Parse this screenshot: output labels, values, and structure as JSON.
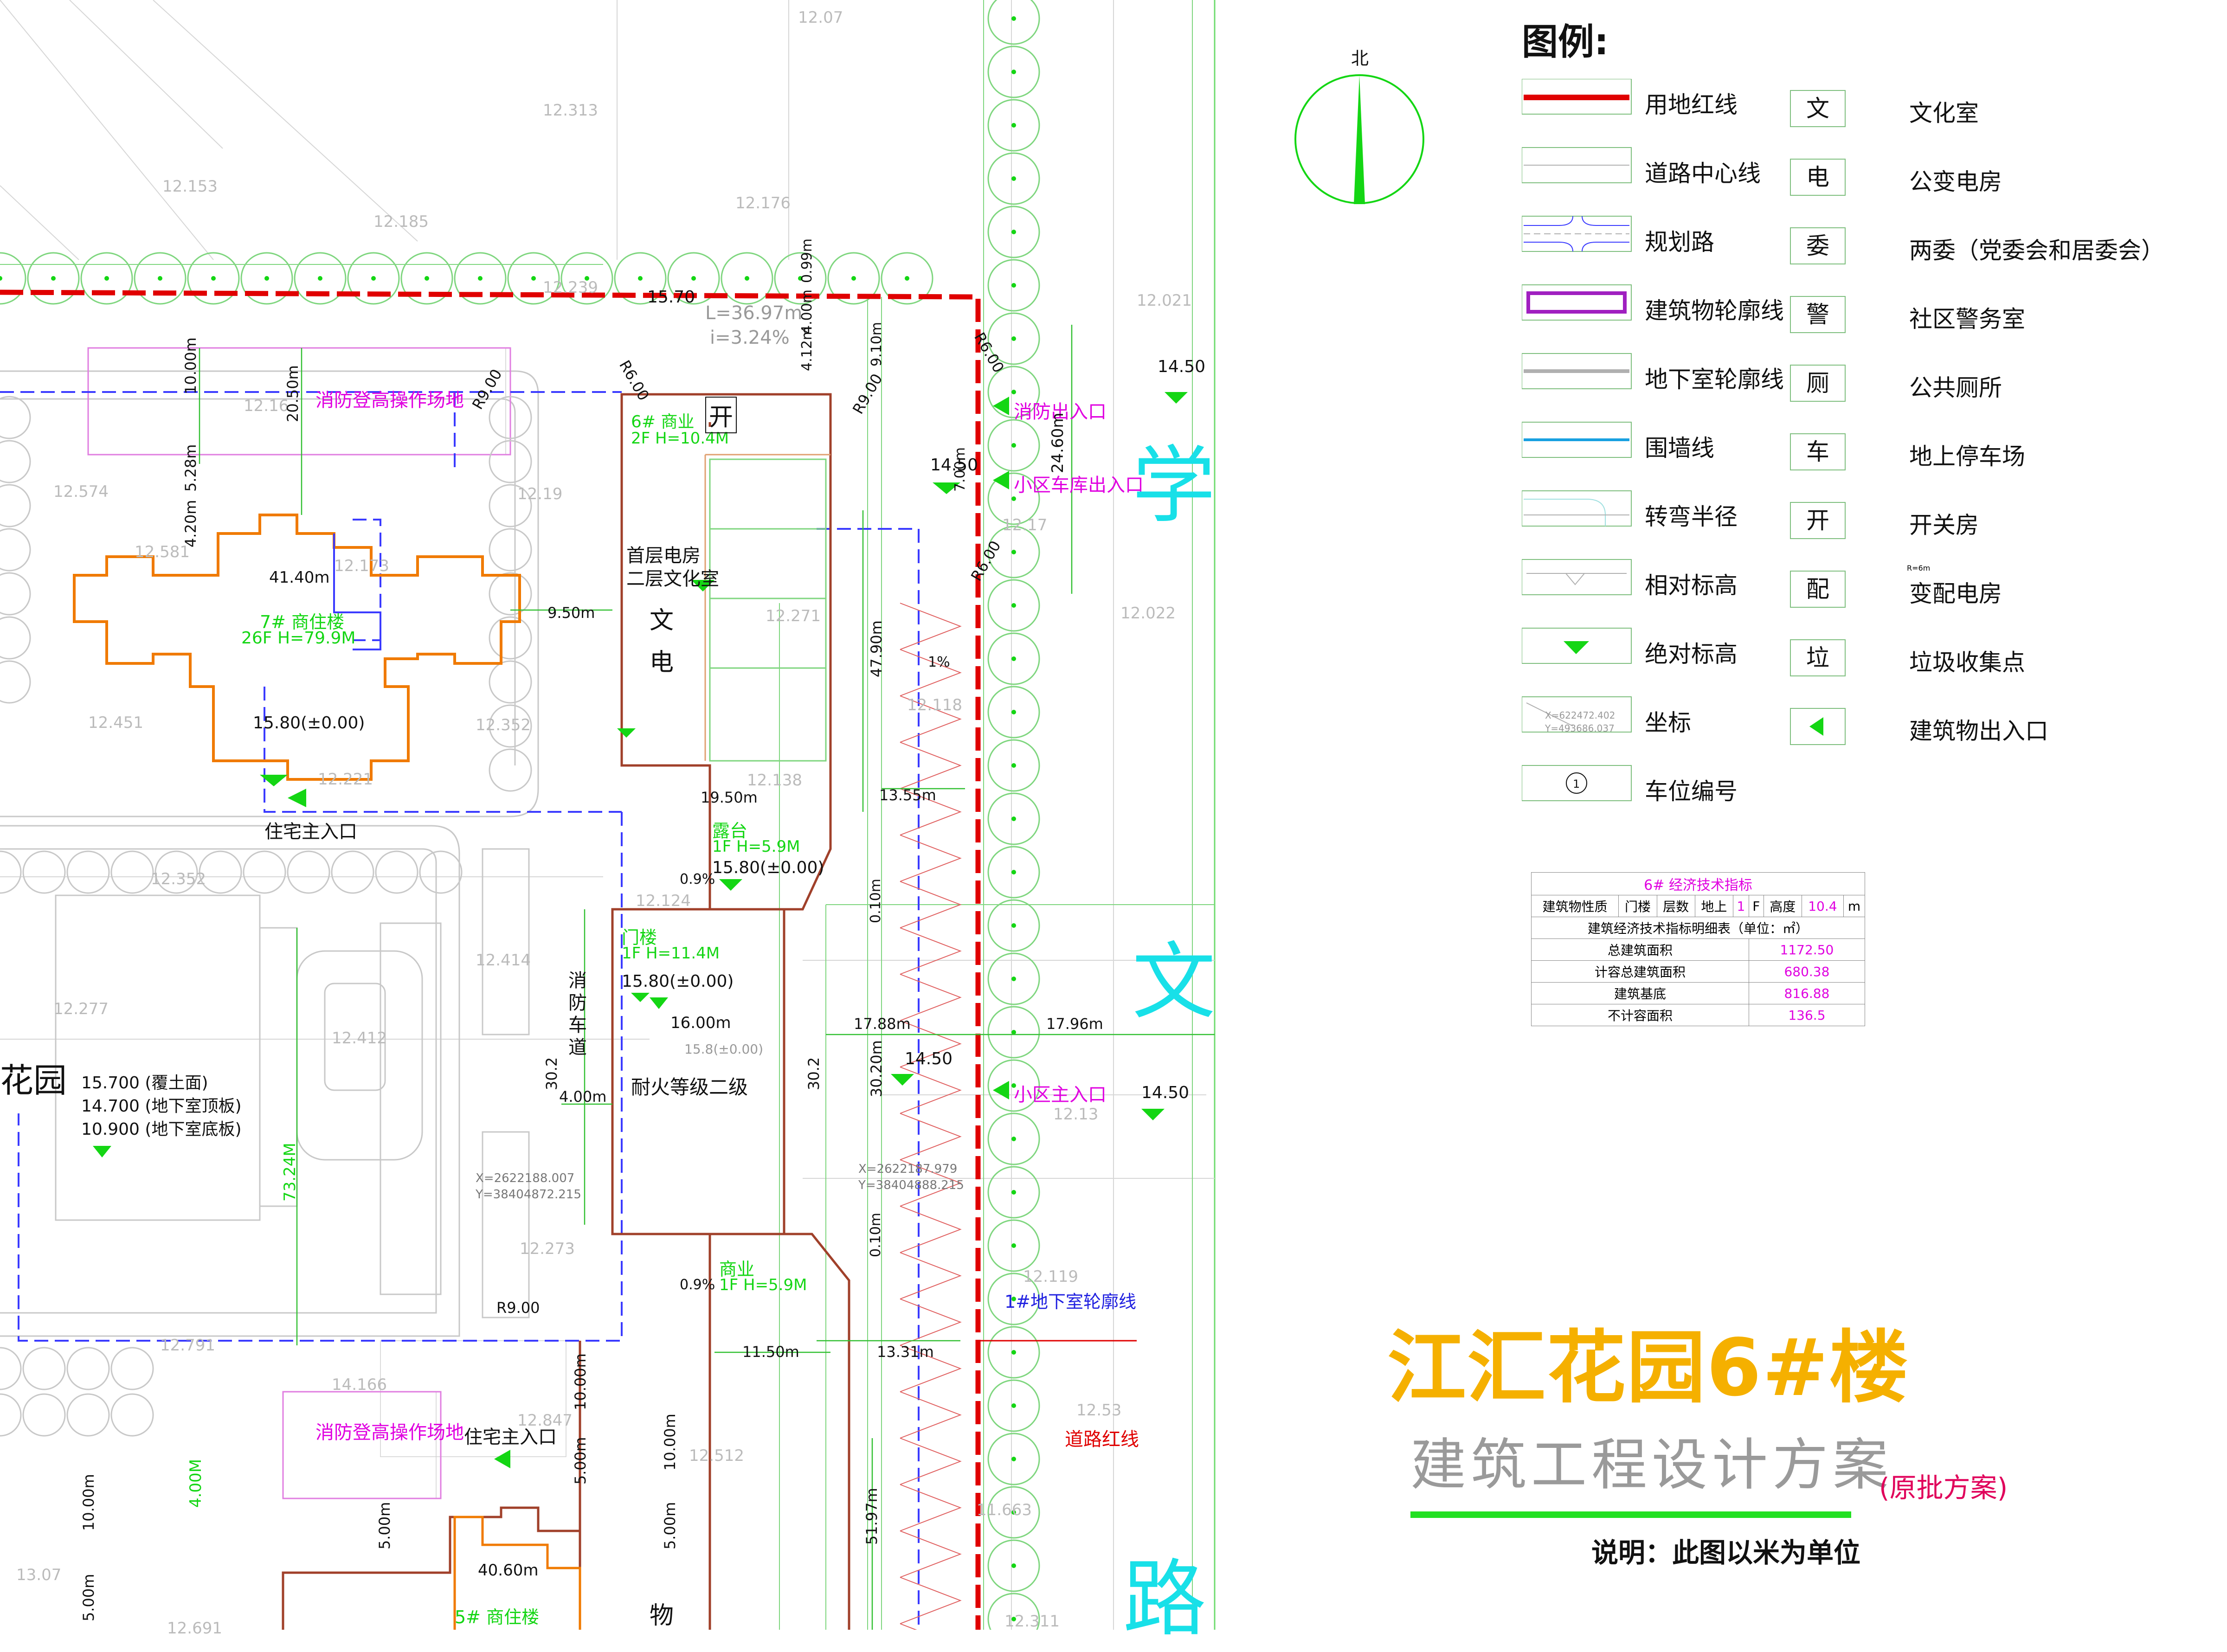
{
  "legend": {
    "title": "图例:",
    "left_items": [
      {
        "label": "用地红线",
        "icon": "red-line"
      },
      {
        "label": "道路中心线",
        "icon": "road-centerline"
      },
      {
        "label": "规划路",
        "icon": "planned-road"
      },
      {
        "label": "建筑物轮廓线",
        "icon": "building-outline"
      },
      {
        "label": "地下室轮廓线",
        "icon": "basement-outline"
      },
      {
        "label": "围墙线",
        "icon": "wall-line"
      },
      {
        "label": "转弯半径",
        "icon": "turning-radius"
      },
      {
        "label": "相对标高",
        "icon": "relative-elevation"
      },
      {
        "label": "绝对标高",
        "icon": "absolute-elevation"
      },
      {
        "label": "坐标",
        "icon": "coordinate"
      },
      {
        "label": "车位编号",
        "icon": "parking-number"
      }
    ],
    "right_items": [
      {
        "char": "文",
        "label": "文化室"
      },
      {
        "char": "电",
        "label": "公变电房"
      },
      {
        "char": "委",
        "label": "两委（党委会和居委会）"
      },
      {
        "char": "警",
        "label": "社区警务室"
      },
      {
        "char": "厕",
        "label": "公共厕所"
      },
      {
        "char": "车",
        "label": "地上停车场"
      },
      {
        "char": "开",
        "label": "开关房"
      },
      {
        "char": "配",
        "label": "变配电房"
      },
      {
        "char": "垃",
        "label": "垃圾收集点"
      },
      {
        "char": "",
        "label": "建筑物出入口"
      }
    ],
    "coord_sample": [
      "X=622472.402",
      "Y=493686.037"
    ],
    "radius_sample": "R=6m",
    "parking_sample": "1"
  },
  "north_arrow": {
    "label": "北"
  },
  "economic_table": {
    "title": "6# 经济技术指标",
    "head": [
      "建筑物性质",
      "门楼",
      "层数",
      "地上",
      "1",
      "F",
      "高度",
      "10.4",
      "m"
    ],
    "subtitle": "建筑经济技术指标明细表（单位：㎡）",
    "rows": [
      {
        "label": "总建筑面积",
        "value": "1172.50"
      },
      {
        "label": "计容总建筑面积",
        "value": "680.38"
      },
      {
        "label": "建筑基底",
        "value": "816.88"
      },
      {
        "label": "不计容面积",
        "value": "136.5"
      }
    ]
  },
  "project": {
    "title": "江汇花园6#楼",
    "subtitle": "建筑工程设计方案",
    "original": "(原批方案)",
    "note": "说明：此图以米为单位"
  },
  "street": {
    "chars": [
      "学",
      "文",
      "路"
    ]
  },
  "plan": {
    "elevations": [
      "12.07",
      "12.313",
      "12.153",
      "12.185",
      "12.176",
      "12.239",
      "12.021",
      "12.16",
      "12.574",
      "12.19",
      "12.581",
      "12.173",
      "12.17",
      "12.022",
      "12.271",
      "12.451",
      "12.352",
      "12.118",
      "12.221",
      "12.138",
      "12.352",
      "12.124",
      "12.414",
      "12.277",
      "12.412",
      "12.13",
      "12.273",
      "12.791",
      "12.119",
      "14.166",
      "12.847",
      "12.512",
      "12.53",
      "13.07",
      "12.691",
      "12.311",
      "11.663"
    ],
    "abs_elev": [
      "15.70",
      "14.50",
      "14.50",
      "14.50",
      "14.50"
    ],
    "labels": {
      "fire_top": "消防登高操作场地",
      "fire_bottom": "消防登高操作场地",
      "fire_exit": "消防出入口",
      "garage_exit": "小区车库出入口",
      "main_entry": "小区主入口",
      "basement": "1#地下室轮廓线",
      "road_red": "道路红线",
      "fire_lane": "消防车道",
      "res_entry1": "住宅主入口",
      "res_entry2": "住宅主入口",
      "garden": "花园",
      "garden_l1": "15.700 (覆土面)",
      "garden_l2": "14.700 (地下室顶板)",
      "garden_l3": "10.900 (地下室底板)",
      "b7_name": "7# 商住楼",
      "b7_info": "26F H=79.9M",
      "b7_elev": "15.80(±0.00)",
      "b7_width": "41.40m",
      "b6_name": "6# 商业",
      "b6_info": "2F H=10.4M",
      "b6_use1": "首层电房",
      "b6_use2": "二层文化室",
      "c_wen": "文",
      "c_dian": "电",
      "c_kai": "开",
      "terrace": "露台",
      "terrace_info": "1F H=5.9M",
      "terrace_elev": "15.80(±0.00)",
      "gate": "门楼",
      "gate_info": "1F H=11.4M",
      "gate_elev": "15.80(±0.00)",
      "gate_width": "16.00m",
      "gate_sub": "15.8(±0.00)",
      "fire_grade": "耐火等级二级",
      "shop": "商业",
      "shop_info": "1F H=5.9M",
      "b5_name": "5# 商住楼",
      "b5_width": "40.60m",
      "c_wu": "物",
      "slope_len": "L=36.97m",
      "slope_pct": "i=3.24%",
      "coord1": [
        "X=2622188.007",
        "Y=38404872.215"
      ],
      "coord2": [
        "X=2622187.979",
        "Y=38404888.215"
      ]
    },
    "dims": [
      "10.00m",
      "20.50m",
      "5.28m",
      "4.20m",
      "9.50m",
      "R6.00",
      "R9.00",
      "R9.00",
      "R6.00",
      "R6.00",
      "0.99m",
      "4.12m",
      "4.00m",
      "9.10m",
      "7.00m",
      "24.60m",
      "47.90m",
      "1%",
      "13.55m",
      "19.50m",
      "0.9%",
      "0.10m",
      "17.88m",
      "17.96m",
      "30.20m",
      "30.2",
      "30.2",
      "4.00m",
      "73.24M",
      "0.10m",
      "0.9%",
      "11.50m",
      "13.31m",
      "10.00m",
      "5.00m",
      "10.00m",
      "5.00m",
      "4.00M",
      "10.00m",
      "5.00m",
      "51.97m",
      "R9.00",
      "5.00m"
    ]
  }
}
